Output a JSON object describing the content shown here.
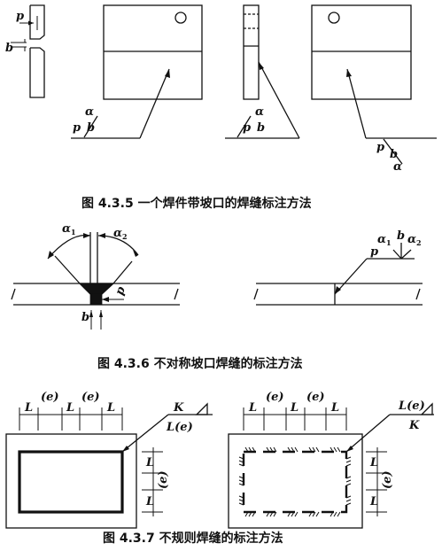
{
  "captions": {
    "fig435": "图 4.3.5   一个焊件带坡口的焊缝标注方法",
    "fig436": "图 4.3.6   不对称坡口焊缝的标注方法",
    "fig437": "图 4.3.7   不规则焊缝的标注方法"
  },
  "symbols": {
    "p": "p",
    "b": "b",
    "alpha": "α",
    "alpha1": "α",
    "alpha2": "α",
    "sub1": "1",
    "sub2": "2",
    "L": "L",
    "e": "(e)",
    "K": "K",
    "Le": "L(e)"
  }
}
